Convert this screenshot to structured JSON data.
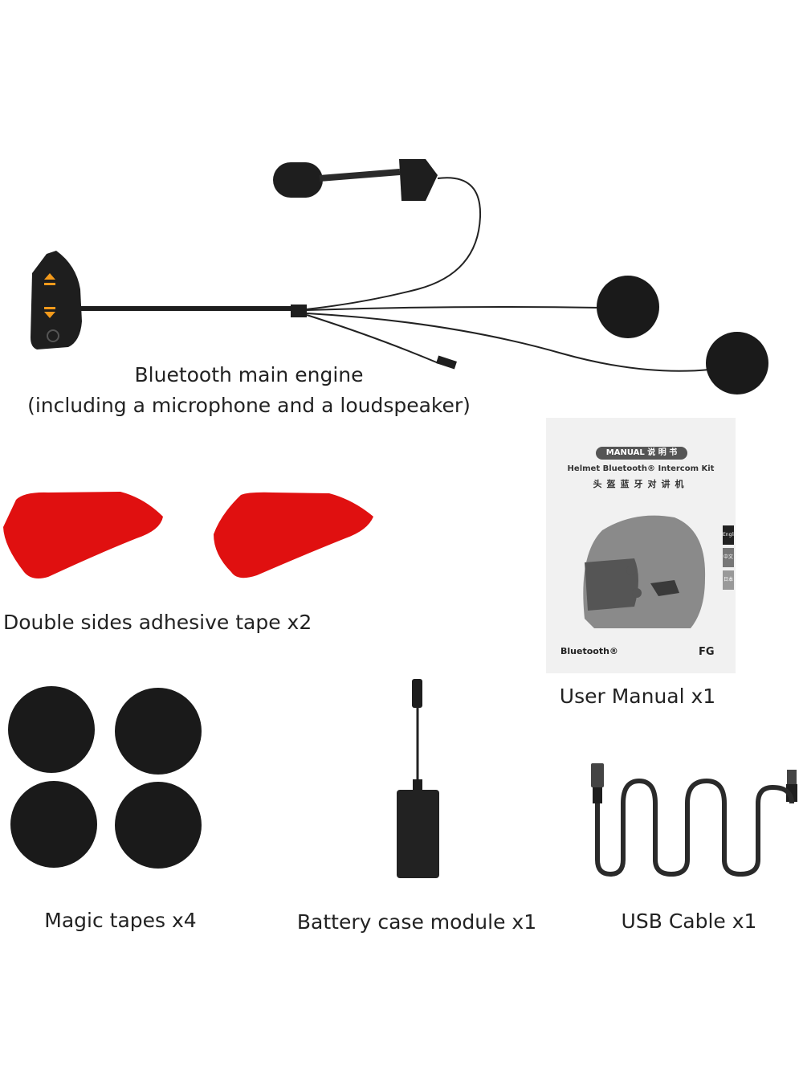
{
  "labels": {
    "main_engine_line1": "Bluetooth main engine",
    "main_engine_line2": "(including a microphone and a loudspeaker)",
    "adhesive_tape": "Double sides adhesive tape x2",
    "user_manual": "User Manual x1",
    "magic_tapes": "Magic tapes x4",
    "battery_case": "Battery case module x1",
    "usb_cable": "USB Cable x1"
  },
  "manual": {
    "badge": "MANUAL 说 明 书",
    "title": "Helmet Bluetooth® Intercom Kit",
    "title_cn": "头盔蓝牙对讲机",
    "bluetooth_mark": "Bluetooth®",
    "model_code": "FG",
    "side_tab_1": "English",
    "side_tab_2": "中文",
    "side_tab_3": "日本"
  },
  "colors": {
    "text": "#222222",
    "device_black": "#1e1e1e",
    "foam_black": "#1a1a1a",
    "tape_red": "#e01010",
    "accent_orange": "#f39a1b",
    "manual_bg": "#f1f1f1",
    "helmet_grey": "#8a8a8a"
  }
}
